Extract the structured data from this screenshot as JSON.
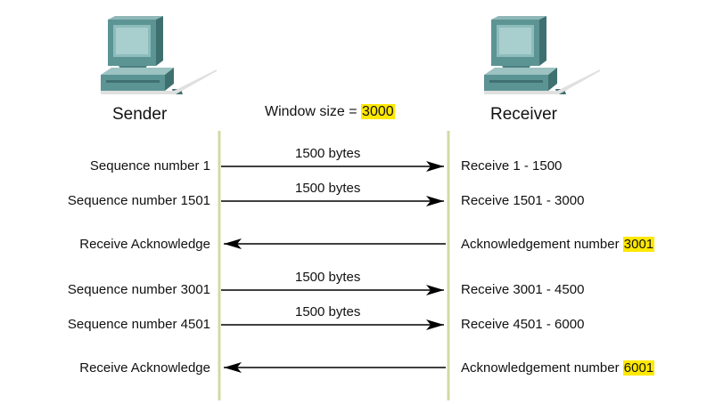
{
  "window_label": "Window size = ",
  "window_size": "3000",
  "sender": {
    "label": "Sender",
    "icon": "computer-icon"
  },
  "receiver": {
    "label": "Receiver",
    "icon": "computer-icon"
  },
  "colors": {
    "timeline": "#d4d8a6",
    "highlight": "#ffe800",
    "arrow": "#000000"
  },
  "rows": {
    "r1": {
      "left": "Sequence number 1",
      "bytes": "1500 bytes",
      "right": "Receive 1 - 1500",
      "direction": "to-receiver"
    },
    "r2": {
      "left": "Sequence number 1501",
      "bytes": "1500 bytes",
      "right": "Receive 1501 - 3000",
      "direction": "to-receiver"
    },
    "r3": {
      "left": "Receive Acknowledge",
      "right_prefix": "Acknowledgement number ",
      "right_value": "3001",
      "direction": "to-sender"
    },
    "r4": {
      "left": "Sequence number 3001",
      "bytes": "1500 bytes",
      "right": "Receive 3001 - 4500",
      "direction": "to-receiver"
    },
    "r5": {
      "left": "Sequence number 4501",
      "bytes": "1500 bytes",
      "right": "Receive 4501 - 6000",
      "direction": "to-receiver"
    },
    "r6": {
      "left": "Receive Acknowledge",
      "right_prefix": "Acknowledgement number ",
      "right_value": "6001",
      "direction": "to-sender"
    }
  }
}
